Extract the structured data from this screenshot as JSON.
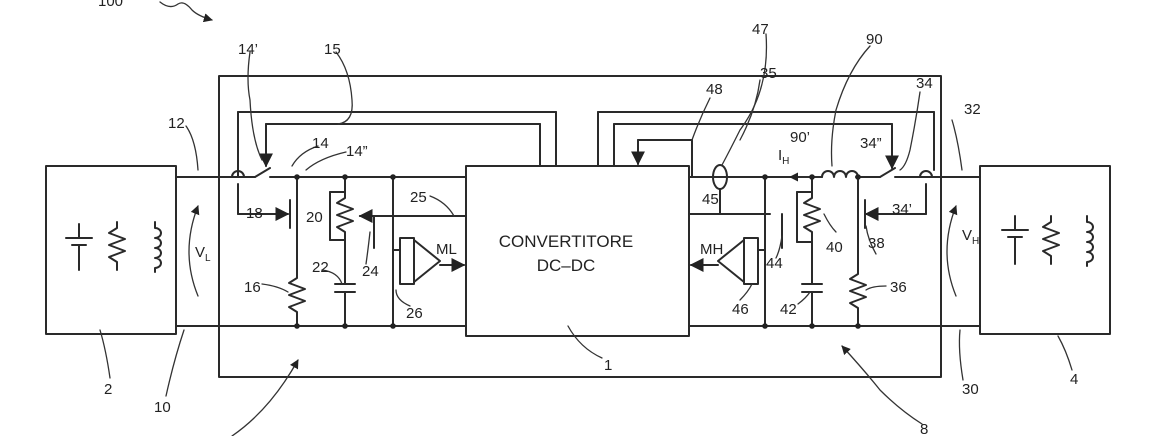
{
  "converter": {
    "line1": "CONVERTITORE",
    "line2": "DC–DC"
  },
  "voltages": {
    "vl": {
      "main": "V",
      "sub": "L"
    },
    "vh": {
      "main": "V",
      "sub": "H"
    },
    "ih": {
      "main": "I",
      "sub": "H"
    }
  },
  "signals": {
    "ml": "ML",
    "mh": "MH"
  },
  "refs": {
    "r100": "100",
    "r14p": "14’",
    "r15": "15",
    "r12": "12",
    "r14": "14",
    "r14pp": "14”",
    "r18": "18",
    "r20": "20",
    "r25": "25",
    "r22": "22",
    "r24": "24",
    "r16": "16",
    "r26": "26",
    "r2": "2",
    "r10": "10",
    "r1": "1",
    "r48": "48",
    "r47": "47",
    "r35": "35",
    "r90": "90",
    "r34": "34",
    "r32": "32",
    "r90p": "90’",
    "r34pp": "34”",
    "r45": "45",
    "r34p": "34’",
    "r44": "44",
    "r40": "40",
    "r38": "38",
    "r46": "46",
    "r42": "42",
    "r36": "36",
    "r30": "30",
    "r4": "4",
    "r8": "8"
  }
}
